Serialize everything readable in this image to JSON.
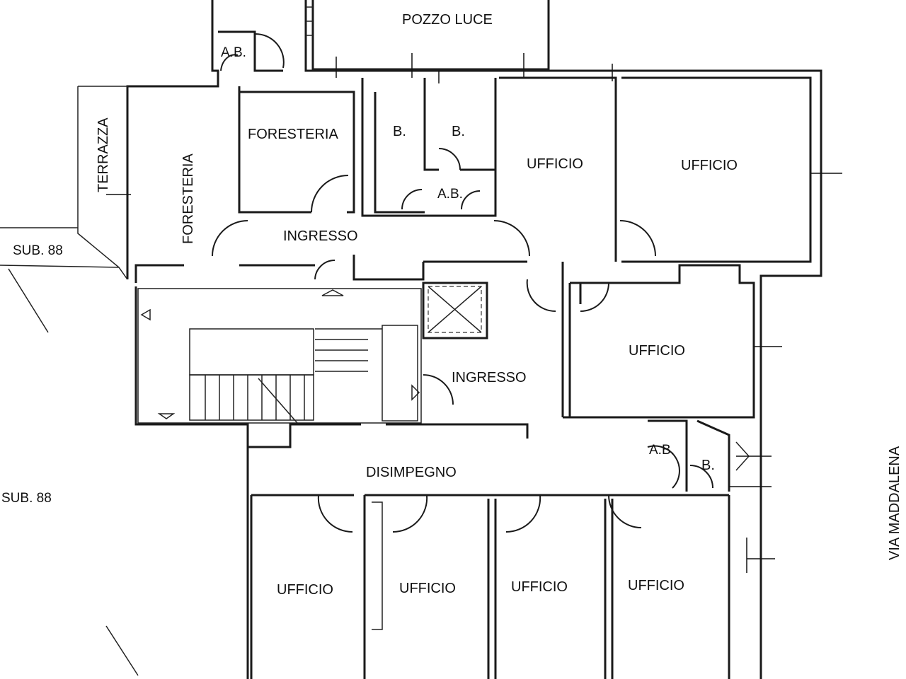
{
  "rooms": {
    "pozzo_luce": "POZZO LUCE",
    "ab_top_left": "A.B.",
    "terrazza": "TERRAZZA",
    "foresteria_vertical": "FORESTERIA",
    "foresteria": "FORESTERIA",
    "b_left": "B.",
    "b_right": "B.",
    "ab_mid": "A.B.",
    "ufficio_top_1": "UFFICIO",
    "ufficio_top_2": "UFFICIO",
    "ingresso_top": "INGRESSO",
    "ingresso_mid": "INGRESSO",
    "ufficio_mid": "UFFICIO",
    "disimpegno": "DISIMPEGNO",
    "ab_bottom": "A.B.",
    "b_bottom": "B.",
    "ufficio_bottom_1": "UFFICIO",
    "ufficio_bottom_2": "UFFICIO",
    "ufficio_bottom_3": "UFFICIO",
    "ufficio_bottom_4": "UFFICIO"
  },
  "labels": {
    "sub_top": "SUB. 88",
    "sub_bottom": "SUB. 88",
    "street": "VIA MADDALENA"
  }
}
